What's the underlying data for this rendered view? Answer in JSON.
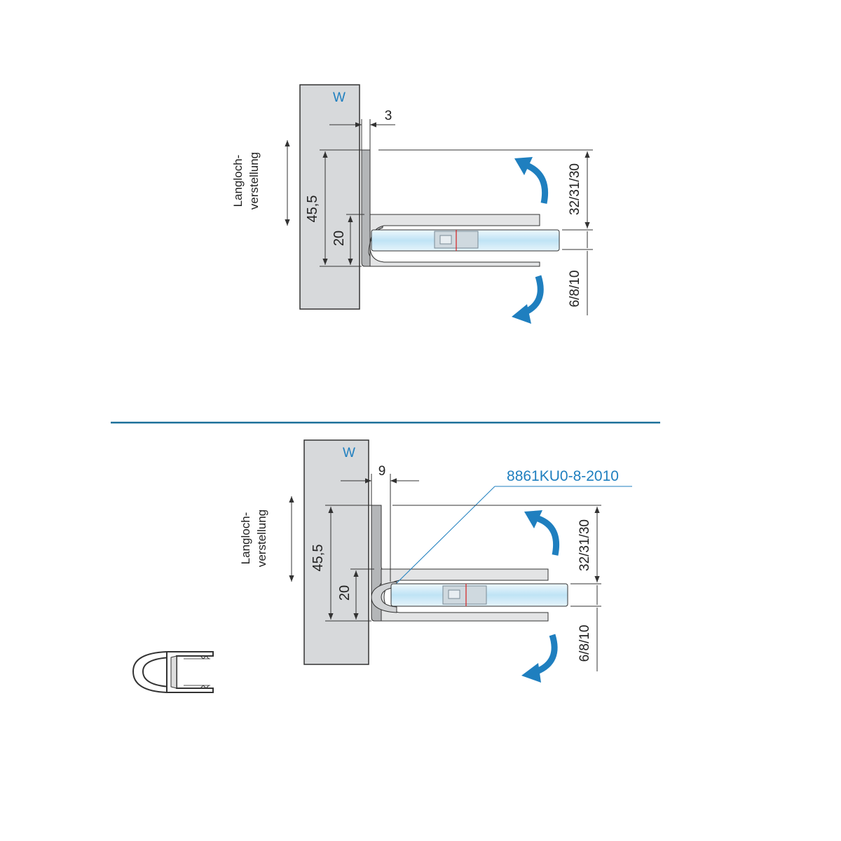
{
  "diagrams": [
    {
      "wall_label": "W",
      "gap_dimension": "3",
      "height_dimension": "45,5",
      "inner_dimension": "20",
      "upper_glass_dimension": "32/31/30",
      "lower_glass_dimension": "6/8/10",
      "adjustment_label_line1": "Langloch-",
      "adjustment_label_line2": "verstellung"
    },
    {
      "wall_label": "W",
      "gap_dimension": "9",
      "height_dimension": "45,5",
      "inner_dimension": "20",
      "upper_glass_dimension": "32/31/30",
      "lower_glass_dimension": "6/8/10",
      "adjustment_label_line1": "Langloch-",
      "adjustment_label_line2": "verstellung",
      "part_number": "8861KU0-8-2010"
    }
  ],
  "colors": {
    "accent_blue": "#1f7fbf",
    "divider": "#1b6f99",
    "glass": "#bfe3f5",
    "wall": "#d7d9db"
  }
}
